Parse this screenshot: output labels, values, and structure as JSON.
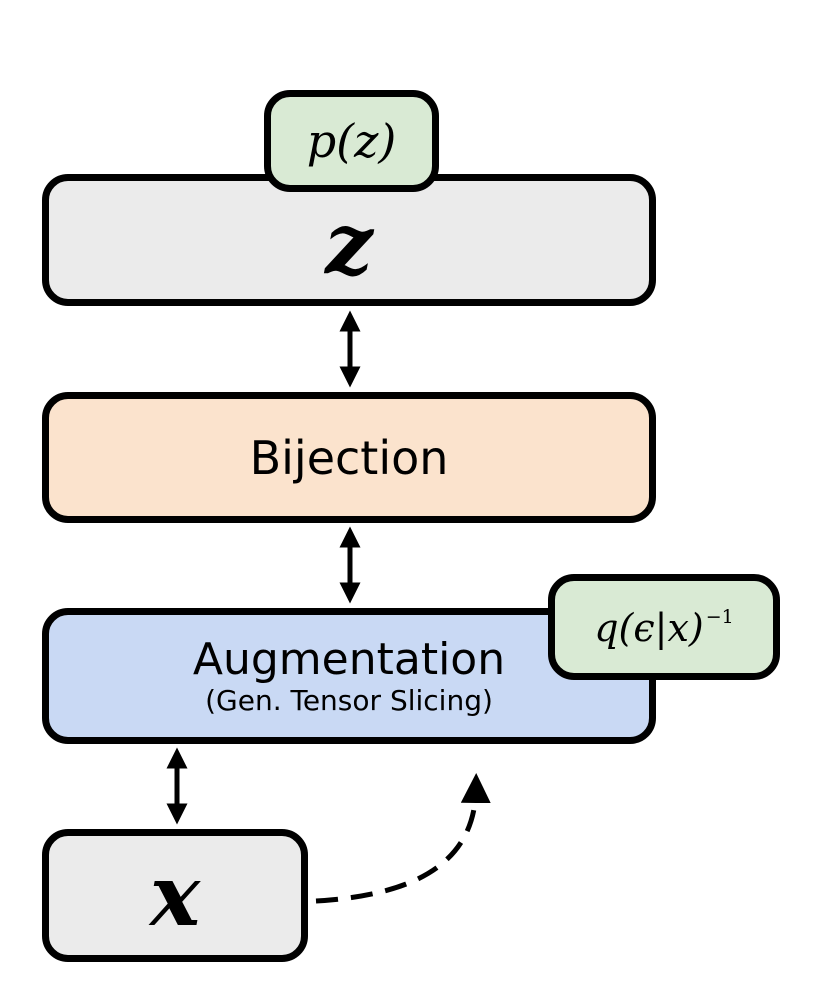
{
  "colors": {
    "stroke": "#000000",
    "latent_fill": "#ebebeb",
    "bijection_fill": "#fbe3cd",
    "augmentation_fill": "#c9d9f4",
    "distribution_fill": "#d9ead4",
    "data_fill": "#ebebeb"
  },
  "prior": {
    "label": "p(z)"
  },
  "latent": {
    "label": "z"
  },
  "bijection": {
    "label": "Bijection"
  },
  "augmentation": {
    "title": "Augmentation",
    "subtitle": "(Gen. Tensor Slicing)"
  },
  "augmentation_density": {
    "label": "q(ϵ|x)",
    "exponent": "−1"
  },
  "data": {
    "label": "x"
  }
}
